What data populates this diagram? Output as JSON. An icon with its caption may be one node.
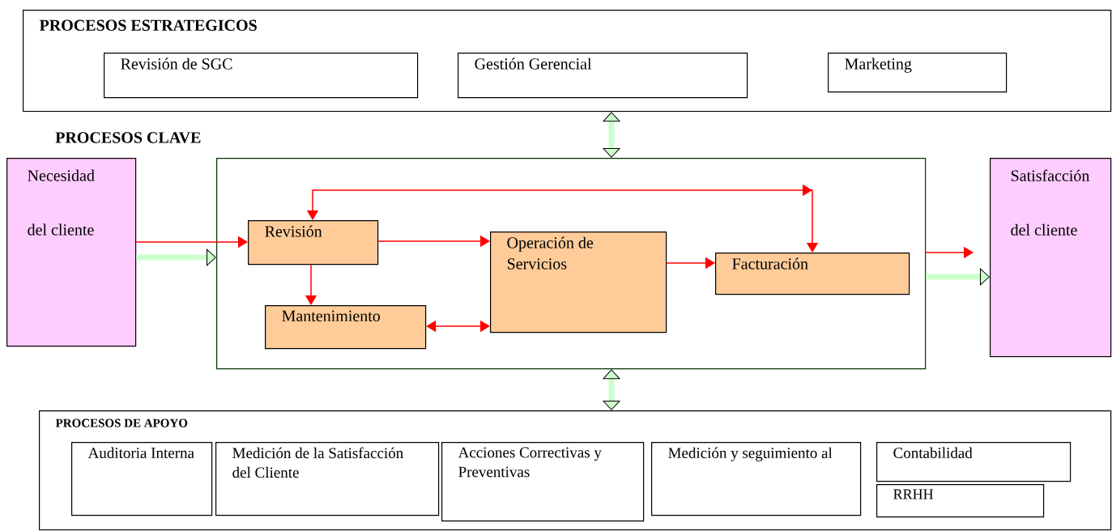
{
  "diagram": {
    "nodes": [
      {
        "text": [
          "PROCESOS  ESTRATEGICOS"
        ]
      },
      {
        "text": [
          "Revisión de  SGC"
        ],
        "in": 0
      },
      {
        "text": [
          "Gestión  Gerencial"
        ],
        "in": 0
      },
      {
        "text": [
          "Marketing"
        ],
        "in": 0
      },
      {
        "text": [
          "PROCESOS  CLAVE"
        ]
      },
      {
        "text": [
          "Necesidad del cliente"
        ]
      },
      {
        "text": [
          "Revisión"
        ],
        "in": 4
      },
      {
        "text": [
          "Mantenimiento"
        ],
        "in": 4
      },
      {
        "text": [
          "Operación de Servicios"
        ],
        "in": 4
      },
      {
        "text": [
          "Facturación"
        ],
        "in": 4
      },
      {
        "text": [
          "Satisfacción del cliente"
        ]
      },
      {
        "text": [
          "PROCESOS DE APOYO"
        ]
      },
      {
        "text": [
          "Auditoria Interna"
        ],
        "in": 11
      },
      {
        "text": [
          "Medición de la Satisfacción del Cliente"
        ],
        "in": 11
      },
      {
        "text": [
          "Acciones Correctivas y Preventivas"
        ],
        "in": 11
      },
      {
        "text": [
          "Medición y seguimiento al"
        ],
        "in": 11
      },
      {
        "text": [
          "Contabilidad"
        ],
        "in": 11
      },
      {
        "text": [
          "RRHH"
        ],
        "in": 11
      }
    ],
    "edges": [
      {
        "from": 0,
        "to": 4,
        "arrow": "both",
        "style": "thick",
        "color": "#ccffcc"
      },
      {
        "from": 5,
        "to": 6,
        "arrow": "to"
      },
      {
        "from": 5,
        "to": 4,
        "arrow": "to",
        "style": "thick",
        "color": "#ccffcc"
      },
      {
        "from": 6,
        "to": 8,
        "arrow": "to"
      },
      {
        "from": 6,
        "to": 7,
        "arrow": "to"
      },
      {
        "from": 7,
        "to": 8,
        "arrow": "both"
      },
      {
        "from": 8,
        "to": 9,
        "arrow": "to"
      },
      {
        "from": 6,
        "to": 9,
        "arrow": "both"
      },
      {
        "from": 4,
        "to": 10,
        "arrow": "to"
      },
      {
        "from": 4,
        "to": 10,
        "arrow": "to",
        "style": "thick",
        "color": "#ccffcc"
      },
      {
        "from": 4,
        "to": 11,
        "arrow": "both",
        "style": "thick",
        "color": "#ccffcc"
      }
    ]
  }
}
